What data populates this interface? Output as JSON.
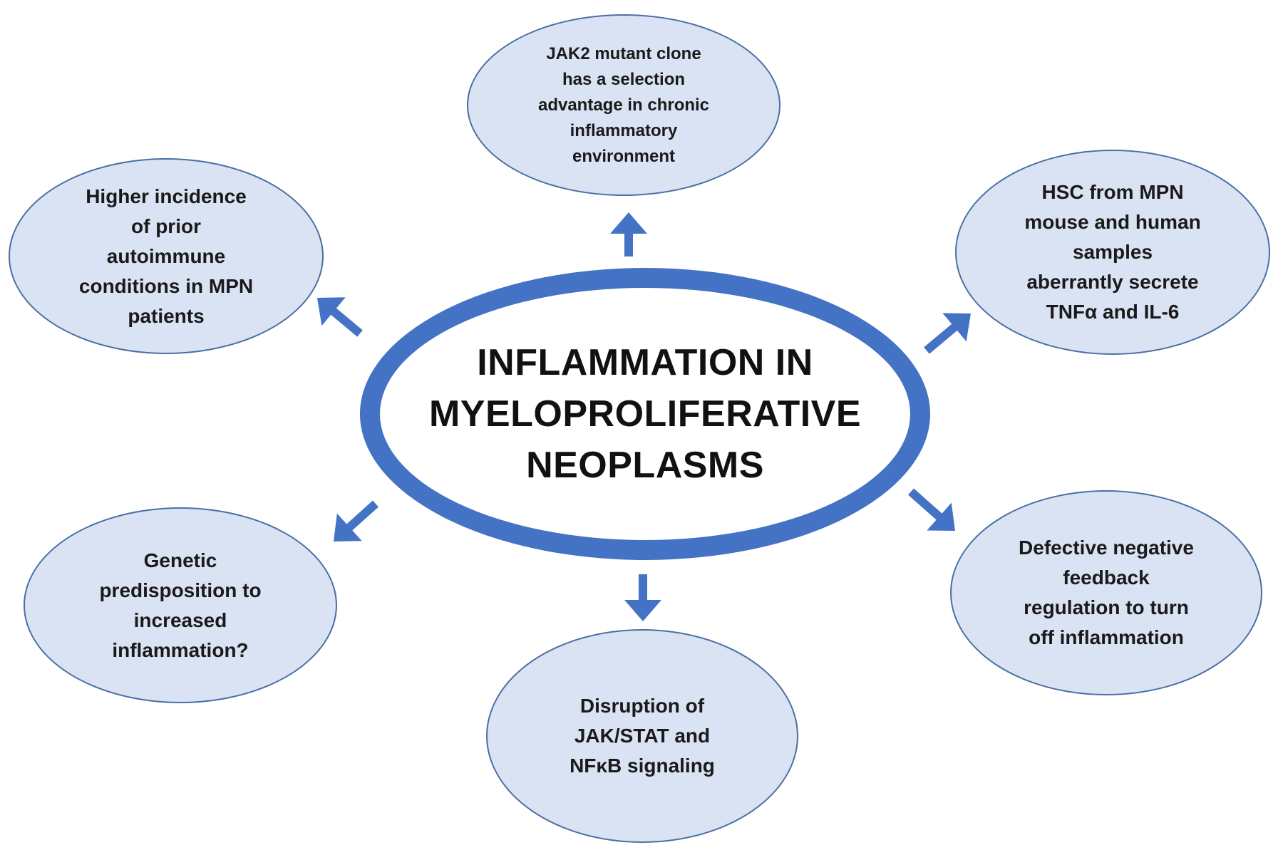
{
  "diagram": {
    "center": {
      "label": "INFLAMMATION IN\nMYELOPROLIFERATIVE\nNEOPLASMS"
    },
    "nodes": [
      {
        "id": "top",
        "label": "JAK2 mutant clone\nhas a selection\nadvantage in chronic\ninflammatory\nenvironment"
      },
      {
        "id": "upper_left",
        "label": "Higher incidence\nof prior\nautoimmune\nconditions in MPN\npatients"
      },
      {
        "id": "upper_right",
        "label": "HSC from MPN\nmouse and human\nsamples\naberrantly secrete\nTNFα and IL-6"
      },
      {
        "id": "lower_left",
        "label": "Genetic\npredisposition to\nincreased\ninflammation?"
      },
      {
        "id": "lower_right",
        "label": "Defective negative\nfeedback\nregulation to turn\noff inflammation"
      },
      {
        "id": "bottom",
        "label": "Disruption of\nJAK/STAT and\nNFκB signaling"
      }
    ],
    "edges": [
      {
        "from": "center",
        "to": "top"
      },
      {
        "from": "center",
        "to": "upper_left"
      },
      {
        "from": "center",
        "to": "upper_right"
      },
      {
        "from": "center",
        "to": "lower_left"
      },
      {
        "from": "center",
        "to": "lower_right"
      },
      {
        "from": "center",
        "to": "bottom"
      }
    ],
    "colors": {
      "center_border": "#4472C4",
      "node_fill": "#DAE3F3",
      "node_border": "#4A6FA5",
      "arrow": "#4472C4"
    }
  }
}
